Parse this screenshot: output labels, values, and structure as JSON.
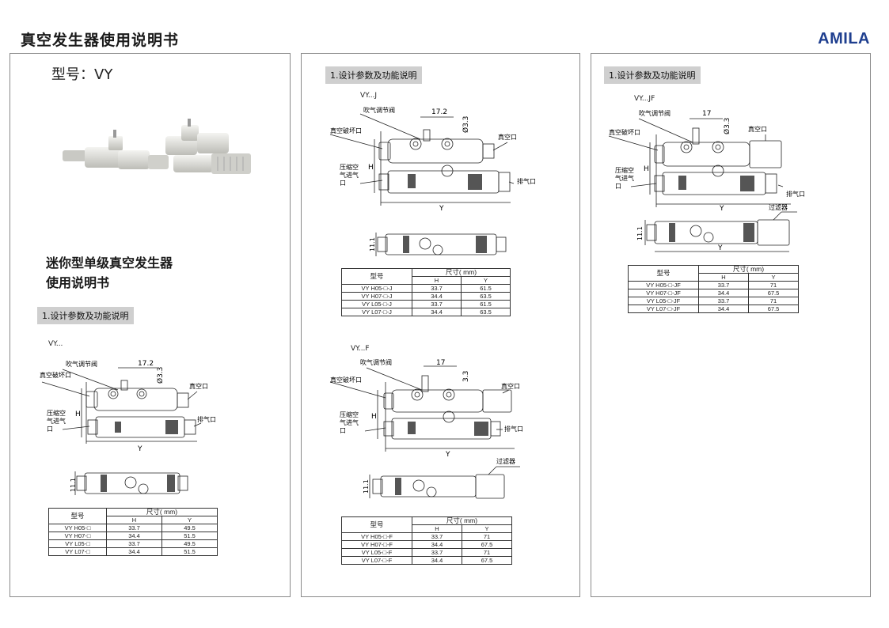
{
  "header": {
    "title": "真空发生器使用说明书",
    "brand": "AMILA"
  },
  "panel1": {
    "model_label": "型号：VY",
    "product_title_line1": "迷你型单级真空发生器",
    "product_title_line2": "使用说明书",
    "section_label": "1.设计参数及功能说明",
    "variant": "VY...",
    "drawing": {
      "dim_top": "17.2",
      "dim_dia": "Ø3.3",
      "dim_side": "11.1",
      "h": "H",
      "y": "Y",
      "callouts": {
        "blow": "吹气调节阀",
        "break": "真空破坏口",
        "vacuum": "真空口",
        "supply_1": "压缩空",
        "supply_2": "气进气",
        "supply_3": "口",
        "exhaust": "排气口"
      }
    },
    "table": {
      "col_model": "型号",
      "col_size": "尺寸( mm)",
      "col_h": "H",
      "col_y": "Y",
      "rows": [
        [
          "VY H05-□",
          "33.7",
          "49.5"
        ],
        [
          "VY H07-□",
          "34.4",
          "51.5"
        ],
        [
          "VY L05-□",
          "33.7",
          "49.5"
        ],
        [
          "VY L07-□",
          "34.4",
          "51.5"
        ]
      ]
    }
  },
  "panel2": {
    "section_label": "1.设计参数及功能说明",
    "variant_j": "VY...J",
    "drawing_j": {
      "dim_top": "17.2",
      "dim_dia": "Ø3.3",
      "dim_side": "11.1",
      "h": "H",
      "y": "Y",
      "callouts": {
        "blow": "吹气调节阀",
        "break": "真空破坏口",
        "vacuum": "真空口",
        "supply_1": "压缩空",
        "supply_2": "气进气",
        "supply_3": "口",
        "exhaust": "排气口"
      }
    },
    "table_j": {
      "col_model": "型号",
      "col_size": "尺寸( mm)",
      "col_h": "H",
      "col_y": "Y",
      "rows": [
        [
          "VY H05-□-J",
          "33.7",
          "61.5"
        ],
        [
          "VY H07-□-J",
          "34.4",
          "63.5"
        ],
        [
          "VY L05-□-J",
          "33.7",
          "61.5"
        ],
        [
          "VY L07-□-J",
          "34.4",
          "63.5"
        ]
      ]
    },
    "variant_f": "VY...F",
    "drawing_f": {
      "dim_top": "17",
      "dim_dia": "3.3",
      "dim_side": "11.1",
      "h": "H",
      "y": "Y",
      "callouts": {
        "blow": "吹气调节阀",
        "break": "真空破坏口",
        "vacuum": "真空口",
        "supply_1": "压缩空",
        "supply_2": "气进气",
        "supply_3": "口",
        "exhaust": "排气口",
        "filter": "过滤器"
      }
    },
    "table_f": {
      "col_model": "型号",
      "col_size": "尺寸( mm)",
      "col_h": "H",
      "col_y": "Y",
      "rows": [
        [
          "VY H05-□-F",
          "33.7",
          "71"
        ],
        [
          "VY H07-□-F",
          "34.4",
          "67.5"
        ],
        [
          "VY L05-□-F",
          "33.7",
          "71"
        ],
        [
          "VY L07-□-F",
          "34.4",
          "67.5"
        ]
      ]
    }
  },
  "panel3": {
    "section_label": "1.设计参数及功能说明",
    "variant_jf": "VY...JF",
    "drawing_jf": {
      "dim_top": "17",
      "dim_dia": "Ø3.3",
      "dim_side": "11.1",
      "h": "H",
      "y": "Y",
      "callouts": {
        "blow": "吹气调节阀",
        "break": "真空破坏口",
        "vacuum": "真空口",
        "supply_1": "压缩空",
        "supply_2": "气进气",
        "supply_3": "口",
        "exhaust": "排气口",
        "filter": "过滤器"
      }
    },
    "table_jf": {
      "col_model": "型号",
      "col_size": "尺寸( mm)",
      "col_h": "H",
      "col_y": "Y",
      "rows": [
        [
          "VY H05-□-JF",
          "33.7",
          "71"
        ],
        [
          "VY H07-□-JF",
          "34.4",
          "67.5"
        ],
        [
          "VY L05-□-JF",
          "33.7",
          "71"
        ],
        [
          "VY L07-□-JF",
          "34.4",
          "67.5"
        ]
      ]
    }
  }
}
